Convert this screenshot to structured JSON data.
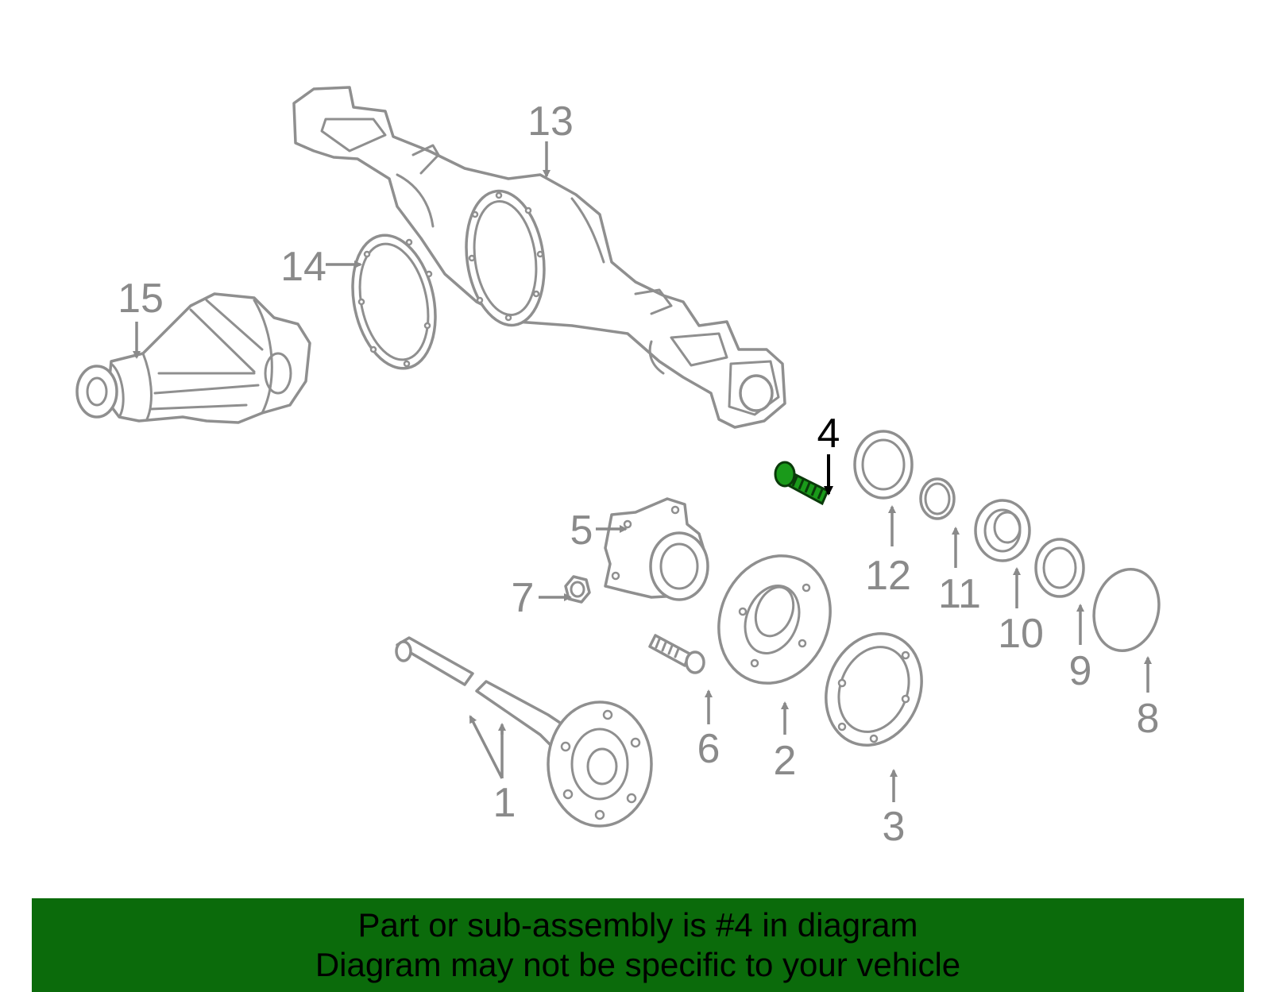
{
  "diagram": {
    "highlighted_part": "4",
    "colors": {
      "part_outline": "#8f8f8f",
      "callout_text": "#8a8a8a",
      "highlight_fill": "#1a9a1a",
      "highlight_text": "#000000",
      "banner_background": "#0b6b0b"
    },
    "callouts": {
      "c1": "1",
      "c2": "2",
      "c3": "3",
      "c4": "4",
      "c5": "5",
      "c6": "6",
      "c7": "7",
      "c8": "8",
      "c9": "9",
      "c10": "10",
      "c11": "11",
      "c12": "12",
      "c13": "13",
      "c14": "14",
      "c15": "15"
    }
  },
  "banner": {
    "line1": "Part or sub-assembly is #4 in diagram",
    "line2": "Diagram may not be specific to your vehicle"
  }
}
